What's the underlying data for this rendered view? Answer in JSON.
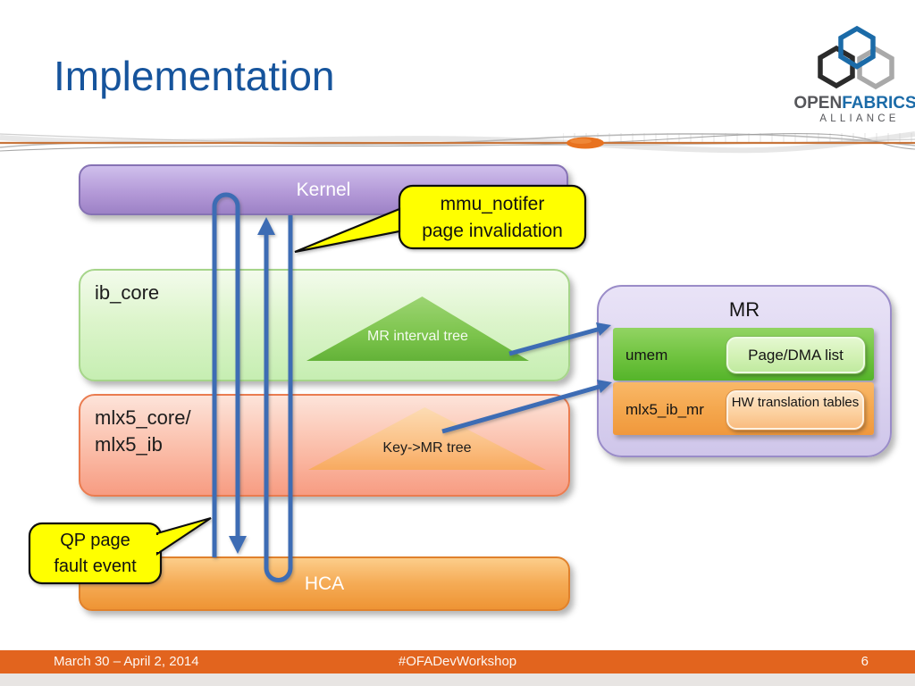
{
  "header": {
    "title": "Implementation"
  },
  "logo": {
    "open": "OPEN",
    "fabrics": "FABRICS",
    "alliance": "ALLIANCE"
  },
  "diagram": {
    "kernel_label": "Kernel",
    "ib_core_label": "ib_core",
    "mr_interval_tree_label": "MR interval tree",
    "mlx5_label_line1": "mlx5_core/",
    "mlx5_label_line2": "mlx5_ib",
    "key_mr_tree_label": "Key->MR tree",
    "hca_label": "HCA",
    "mr_panel": {
      "title": "MR",
      "rows": [
        {
          "label": "umem",
          "box": "Page/DMA list"
        },
        {
          "label": "mlx5_ib_mr",
          "box": "HW translation tables"
        }
      ]
    },
    "callouts": {
      "mmu_line1": "mmu_notifer",
      "mmu_line2": "page invalidation",
      "qp_line1": "QP page",
      "qp_line2": "fault event"
    }
  },
  "footer": {
    "date": "March 30 – April 2, 2014",
    "hashtag": "#OFADevWorkshop",
    "page": "6"
  },
  "colors": {
    "title_blue": "#16549c",
    "arrow_blue": "#3c6cb4",
    "callout_yellow": "#ffff00",
    "kernel_purple": "#9d82c6",
    "ib_core_green": "#c6eeb2",
    "tree_green": "#63b238",
    "mlx5_salmon": "#f79c82",
    "key_tree_orange": "#f8aa60",
    "hca_orange": "#ee9434",
    "mr_lavender": "#dcd4f0",
    "umem_green": "#55b42a",
    "mlx5_ib_mr_orange": "#f0983c",
    "footer_orange": "#e2641e",
    "logo_blue": "#1b6ba8",
    "logo_gray": "#a9a9a9",
    "logo_dark": "#2b2b2b"
  }
}
